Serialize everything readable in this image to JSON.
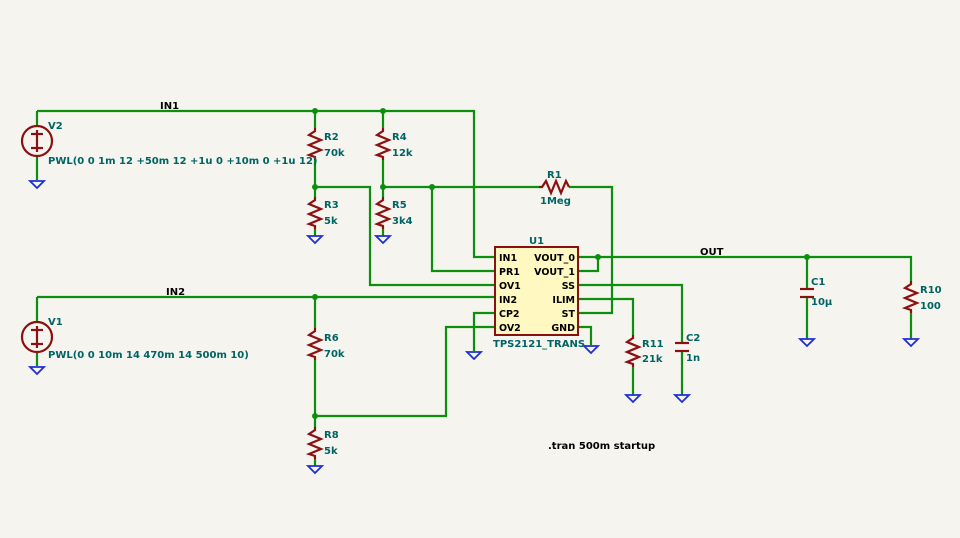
{
  "nets": {
    "in1": "IN1",
    "in2": "IN2",
    "out": "OUT"
  },
  "sources": {
    "v2": {
      "ref": "V2",
      "value": "PWL(0 0 1m 12 +50m 12 +1u 0 +10m 0 +1u 12)"
    },
    "v1": {
      "ref": "V1",
      "value": "PWL(0 0 10m 14 470m 14 500m 10)"
    }
  },
  "resistors": {
    "r1": {
      "ref": "R1",
      "value": "1Meg"
    },
    "r2": {
      "ref": "R2",
      "value": "70k"
    },
    "r3": {
      "ref": "R3",
      "value": "5k"
    },
    "r4": {
      "ref": "R4",
      "value": "12k"
    },
    "r5": {
      "ref": "R5",
      "value": "3k4"
    },
    "r6": {
      "ref": "R6",
      "value": "70k"
    },
    "r8": {
      "ref": "R8",
      "value": "5k"
    },
    "r10": {
      "ref": "R10",
      "value": "100"
    },
    "r11": {
      "ref": "R11",
      "value": "21k"
    }
  },
  "capacitors": {
    "c1": {
      "ref": "C1",
      "value": "10µ"
    },
    "c2": {
      "ref": "C2",
      "value": "1n"
    }
  },
  "ic": {
    "ref": "U1",
    "name": "TPS2121_TRANS",
    "left_pins": [
      "IN1",
      "PR1",
      "OV1",
      "IN2",
      "CP2",
      "OV2"
    ],
    "right_pins": [
      "VOUT_0",
      "VOUT_1",
      "SS",
      "ILIM",
      "ST",
      "GND"
    ]
  },
  "directive": ".tran 500m startup",
  "colors": {
    "background": "#f5f4ef",
    "wire": "#0c8f0c",
    "component": "#8b1010",
    "ic_fill": "#fff8c0",
    "ground": "#1f2fd6",
    "label": "#006464"
  }
}
